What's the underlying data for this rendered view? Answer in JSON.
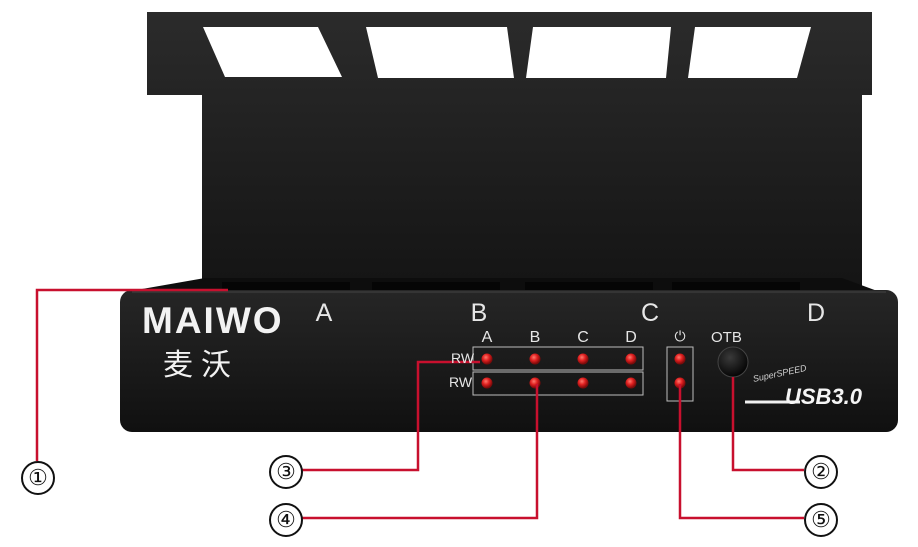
{
  "brand": {
    "name_latin": "MAIWO",
    "name_chinese": "麦沃"
  },
  "slots": [
    "A",
    "B",
    "C",
    "D"
  ],
  "led_panel": {
    "columns": [
      "A",
      "B",
      "C",
      "D"
    ],
    "row_labels": [
      "RW",
      "RW"
    ],
    "power_symbol": "⏻"
  },
  "otb_button": {
    "label": "OTB"
  },
  "usb_logo": {
    "small_text": "SuperSPEED",
    "main_text": "USB3.0"
  },
  "callouts": [
    "①",
    "②",
    "③",
    "④",
    "⑤"
  ],
  "colors": {
    "device_body": "#1b1b1b",
    "leader_line": "#c8102e",
    "led": "#e02020"
  }
}
